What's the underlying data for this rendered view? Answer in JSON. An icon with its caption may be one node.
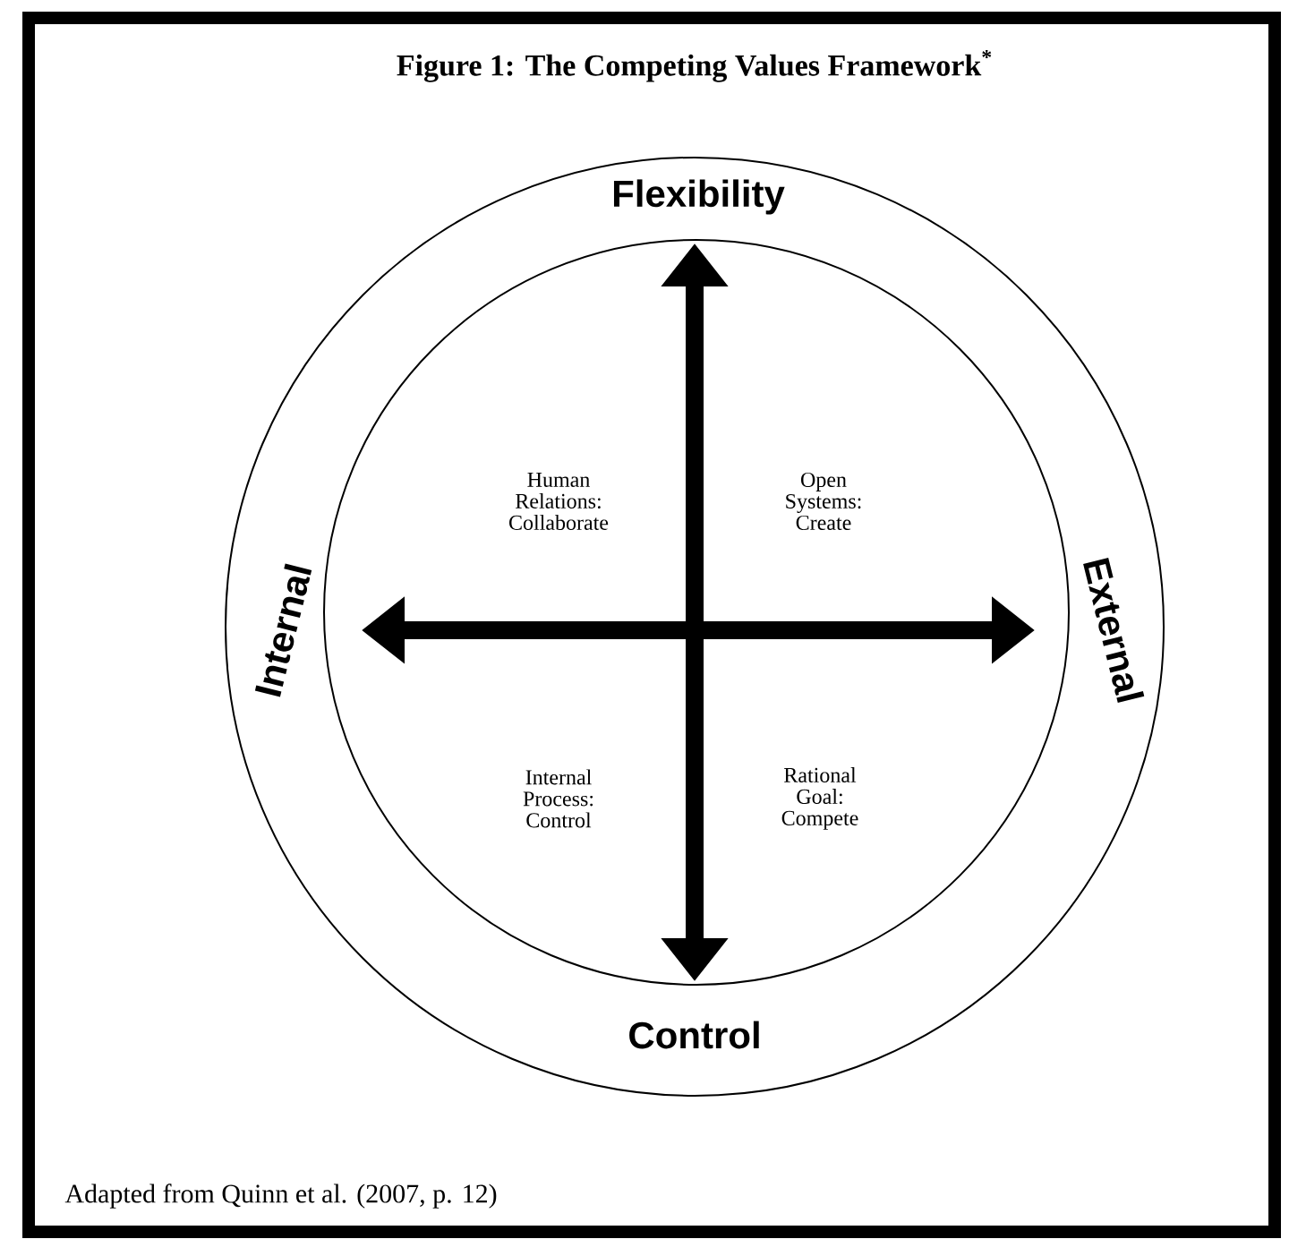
{
  "diagram": {
    "title": "Figure 1: The Competing Values Framework$^{*}$",
    "caption": "Adapted from Quinn et al. (2007, p. 12)",
    "nodes": [
      {
        "text": [
          "Flexibility",
          "External",
          "Control",
          "Internal"
        ]
      },
      {
        "text": [
          "Human Relations: Collaborate",
          "Open Systems: Create",
          "Internal Process: Control",
          "Rational Goal: Compete"
        ],
        "in": 0
      }
    ]
  }
}
